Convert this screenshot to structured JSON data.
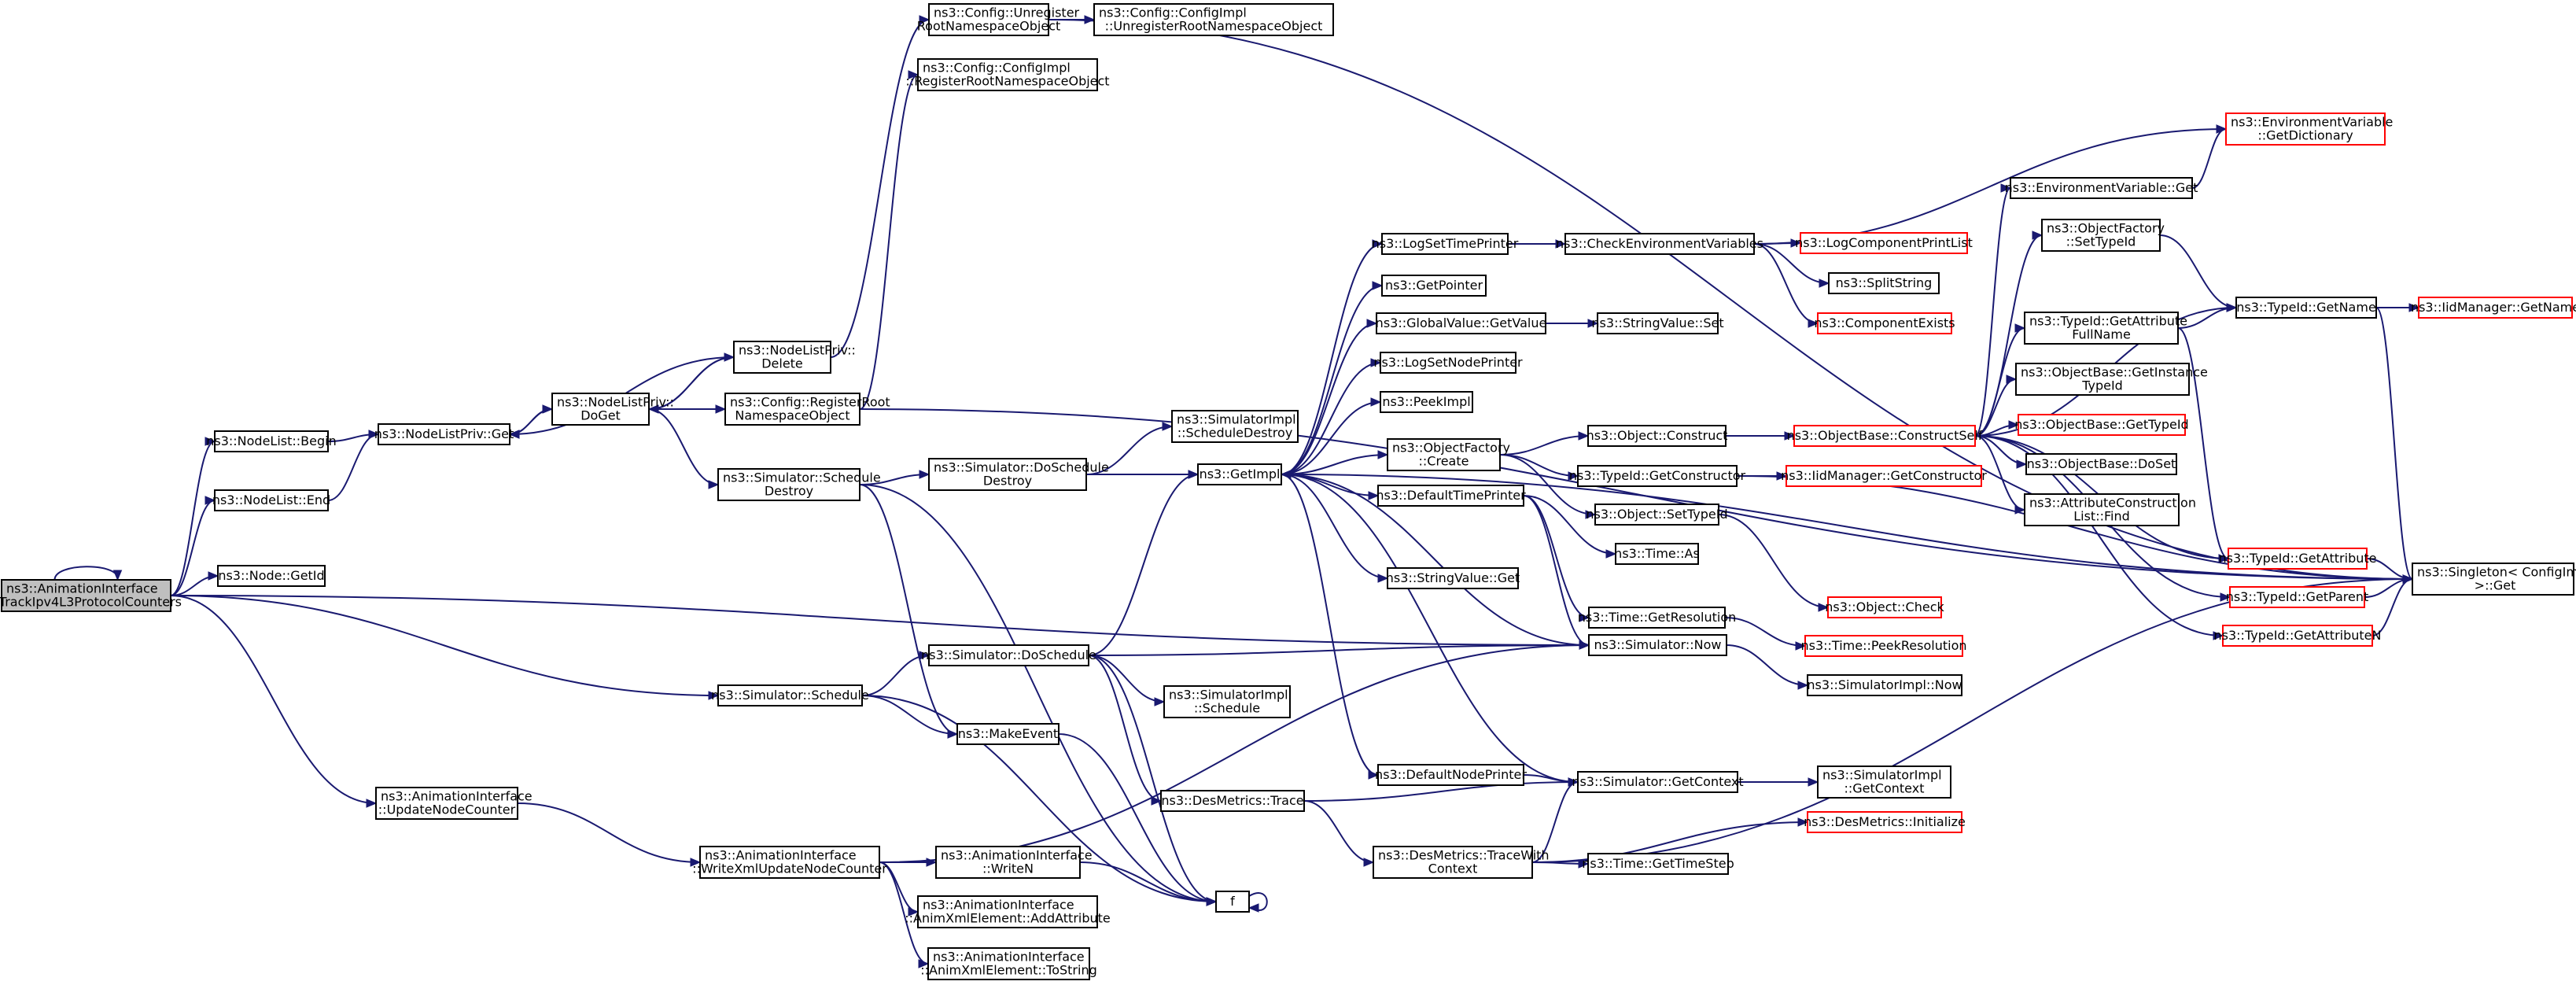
{
  "nodes": [
    {
      "id": "root",
      "lines": [
        "ns3::AnimationInterface",
        "::TrackIpv4L3ProtocolCounters"
      ]
    },
    {
      "id": "nlbegin",
      "lines": [
        "ns3::NodeList::Begin"
      ]
    },
    {
      "id": "nlend",
      "lines": [
        "ns3::NodeList::End"
      ]
    },
    {
      "id": "nodegetid",
      "lines": [
        "ns3::Node::GetId"
      ]
    },
    {
      "id": "updnode",
      "lines": [
        "ns3::AnimationInterface",
        "::UpdateNodeCounter"
      ]
    },
    {
      "id": "nlprivget",
      "lines": [
        "ns3::NodeListPriv::Get"
      ]
    },
    {
      "id": "nlprivdoget",
      "lines": [
        "ns3::NodeListPriv::",
        "DoGet"
      ]
    },
    {
      "id": "nlprivdel",
      "lines": [
        "ns3::NodeListPriv::",
        "Delete"
      ]
    },
    {
      "id": "simschdestroy",
      "lines": [
        "ns3::Simulator::Schedule",
        "Destroy"
      ]
    },
    {
      "id": "simschedule",
      "lines": [
        "ns3::Simulator::Schedule"
      ]
    },
    {
      "id": "writexml",
      "lines": [
        "ns3::AnimationInterface",
        "::WriteXmlUpdateNodeCounter"
      ]
    },
    {
      "id": "cfgunreg",
      "lines": [
        "ns3::Config::Unregister",
        "RootNamespaceObject"
      ]
    },
    {
      "id": "cfgimplreg",
      "lines": [
        "ns3::Config::ConfigImpl",
        "::RegisterRootNamespaceObject"
      ]
    },
    {
      "id": "cfgreg",
      "lines": [
        "ns3::Config::RegisterRoot",
        "NamespaceObject"
      ]
    },
    {
      "id": "cfgimplunreg",
      "lines": [
        "ns3::Config::ConfigImpl",
        "::UnregisterRootNamespaceObject"
      ]
    },
    {
      "id": "simdoschdestroy",
      "lines": [
        "ns3::Simulator::DoSchedule",
        "Destroy"
      ]
    },
    {
      "id": "simdoschedule",
      "lines": [
        "ns3::Simulator::DoSchedule"
      ]
    },
    {
      "id": "makeevent",
      "lines": [
        "ns3::MakeEvent"
      ]
    },
    {
      "id": "writen",
      "lines": [
        "ns3::AnimationInterface",
        "::WriteN"
      ]
    },
    {
      "id": "addattr",
      "lines": [
        "ns3::AnimationInterface",
        "::AnimXmlElement::AddAttribute"
      ]
    },
    {
      "id": "tostring",
      "lines": [
        "ns3::AnimationInterface",
        "::AnimXmlElement::ToString"
      ]
    },
    {
      "id": "simimplschdestroy",
      "lines": [
        "ns3::SimulatorImpl",
        "::ScheduleDestroy"
      ]
    },
    {
      "id": "simimplschedule",
      "lines": [
        "ns3::SimulatorImpl",
        "::Schedule"
      ]
    },
    {
      "id": "desmtrace",
      "lines": [
        "ns3::DesMetrics::Trace"
      ]
    },
    {
      "id": "f",
      "lines": [
        "f"
      ]
    },
    {
      "id": "getimpl",
      "lines": [
        "ns3::GetImpl"
      ]
    },
    {
      "id": "logsettime",
      "lines": [
        "ns3::LogSetTimePrinter"
      ]
    },
    {
      "id": "getpointer",
      "lines": [
        "ns3::GetPointer"
      ]
    },
    {
      "id": "globalget",
      "lines": [
        "ns3::GlobalValue::GetValue"
      ]
    },
    {
      "id": "logsetnode",
      "lines": [
        "ns3::LogSetNodePrinter"
      ]
    },
    {
      "id": "peekimpl",
      "lines": [
        "ns3::PeekImpl"
      ]
    },
    {
      "id": "objfactcreate",
      "lines": [
        "ns3::ObjectFactory",
        "::Create"
      ]
    },
    {
      "id": "deftimeprinter",
      "lines": [
        "ns3::DefaultTimePrinter"
      ]
    },
    {
      "id": "stringget",
      "lines": [
        "ns3::StringValue::Get"
      ]
    },
    {
      "id": "defnodeprinter",
      "lines": [
        "ns3::DefaultNodePrinter"
      ]
    },
    {
      "id": "desmtracewith",
      "lines": [
        "ns3::DesMetrics::TraceWith",
        "Context"
      ]
    },
    {
      "id": "checkenv",
      "lines": [
        "ns3::CheckEnvironmentVariables"
      ]
    },
    {
      "id": "stringset",
      "lines": [
        "ns3::StringValue::Set"
      ]
    },
    {
      "id": "objconstruct",
      "lines": [
        "ns3::Object::Construct"
      ]
    },
    {
      "id": "typeidgetctor",
      "lines": [
        "ns3::TypeId::GetConstructor"
      ]
    },
    {
      "id": "objsettypeid",
      "lines": [
        "ns3::Object::SetTypeId"
      ]
    },
    {
      "id": "timeas",
      "lines": [
        "ns3::Time::As"
      ]
    },
    {
      "id": "timegetres",
      "lines": [
        "ns3::Time::GetResolution"
      ]
    },
    {
      "id": "simnow",
      "lines": [
        "ns3::Simulator::Now"
      ]
    },
    {
      "id": "simgetctx",
      "lines": [
        "ns3::Simulator::GetContext"
      ]
    },
    {
      "id": "timegetstep",
      "lines": [
        "ns3::Time::GetTimeStep"
      ]
    },
    {
      "id": "logcompprint",
      "lines": [
        "ns3::LogComponentPrintList"
      ]
    },
    {
      "id": "splitstring",
      "lines": [
        "ns3::SplitString"
      ]
    },
    {
      "id": "compexists",
      "lines": [
        "ns3::ComponentExists"
      ]
    },
    {
      "id": "objbasector",
      "lines": [
        "ns3::ObjectBase::ConstructSelf"
      ]
    },
    {
      "id": "iidgetctor",
      "lines": [
        "ns3::IidManager::GetConstructor"
      ]
    },
    {
      "id": "objcheck",
      "lines": [
        "ns3::Object::Check"
      ]
    },
    {
      "id": "timepeekres",
      "lines": [
        "ns3::Time::PeekResolution"
      ]
    },
    {
      "id": "simimplnow",
      "lines": [
        "ns3::SimulatorImpl::Now"
      ]
    },
    {
      "id": "simimplgetctx",
      "lines": [
        "ns3::SimulatorImpl",
        "::GetContext"
      ]
    },
    {
      "id": "desminit",
      "lines": [
        "ns3::DesMetrics::Initialize"
      ]
    },
    {
      "id": "envget",
      "lines": [
        "ns3::EnvironmentVariable::Get"
      ]
    },
    {
      "id": "objfactsettid",
      "lines": [
        "ns3::ObjectFactory",
        "::SetTypeId"
      ]
    },
    {
      "id": "tidgetattrfull",
      "lines": [
        "ns3::TypeId::GetAttribute",
        "FullName"
      ]
    },
    {
      "id": "objbasegetinst",
      "lines": [
        "ns3::ObjectBase::GetInstance",
        "TypeId"
      ]
    },
    {
      "id": "objbasegettid",
      "lines": [
        "ns3::ObjectBase::GetTypeId"
      ]
    },
    {
      "id": "objbasedoset",
      "lines": [
        "ns3::ObjectBase::DoSet"
      ]
    },
    {
      "id": "attrctorfind",
      "lines": [
        "ns3::AttributeConstruction",
        "List::Find"
      ]
    },
    {
      "id": "envgetdict",
      "lines": [
        "ns3::EnvironmentVariable",
        "::GetDictionary"
      ]
    },
    {
      "id": "tidgetname",
      "lines": [
        "ns3::TypeId::GetName"
      ]
    },
    {
      "id": "iidgetname",
      "lines": [
        "ns3::IidManager::GetName"
      ]
    },
    {
      "id": "tidgetattr",
      "lines": [
        "ns3::TypeId::GetAttribute"
      ]
    },
    {
      "id": "tidgetparent",
      "lines": [
        "ns3::TypeId::GetParent"
      ]
    },
    {
      "id": "tidgetattrn",
      "lines": [
        "ns3::TypeId::GetAttributeN"
      ]
    },
    {
      "id": "singleton",
      "lines": [
        "ns3::Singleton< ConfigImpl",
        " >::Get"
      ]
    }
  ]
}
